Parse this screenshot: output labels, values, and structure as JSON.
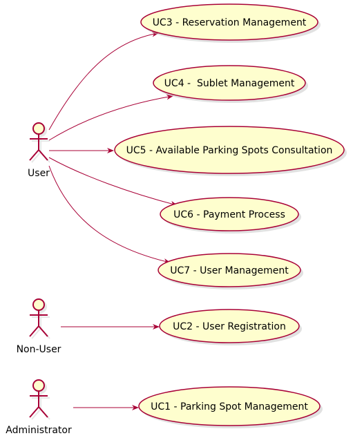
{
  "colors": {
    "fill": "#FEFECE",
    "stroke": "#A80036",
    "shadow": "#C8C8C8",
    "text": "#000000"
  },
  "actors": [
    {
      "id": "user",
      "label": "User"
    },
    {
      "id": "non-user",
      "label": "Non-User"
    },
    {
      "id": "administrator",
      "label": "Administrator"
    }
  ],
  "use_cases": [
    {
      "id": "uc3",
      "label": "UC3 - Reservation Management"
    },
    {
      "id": "uc4",
      "label": "UC4 -  Sublet Management"
    },
    {
      "id": "uc5",
      "label": "UC5 - Available Parking Spots Consultation"
    },
    {
      "id": "uc6",
      "label": "UC6 - Payment Process"
    },
    {
      "id": "uc7",
      "label": "UC7 - User Management"
    },
    {
      "id": "uc2",
      "label": "UC2 - User Registration"
    },
    {
      "id": "uc1",
      "label": "UC1 - Parking Spot Management"
    }
  ],
  "associations": [
    {
      "from": "user",
      "to": "uc3"
    },
    {
      "from": "user",
      "to": "uc4"
    },
    {
      "from": "user",
      "to": "uc5"
    },
    {
      "from": "user",
      "to": "uc6"
    },
    {
      "from": "user",
      "to": "uc7"
    },
    {
      "from": "non-user",
      "to": "uc2"
    },
    {
      "from": "administrator",
      "to": "uc1"
    }
  ]
}
